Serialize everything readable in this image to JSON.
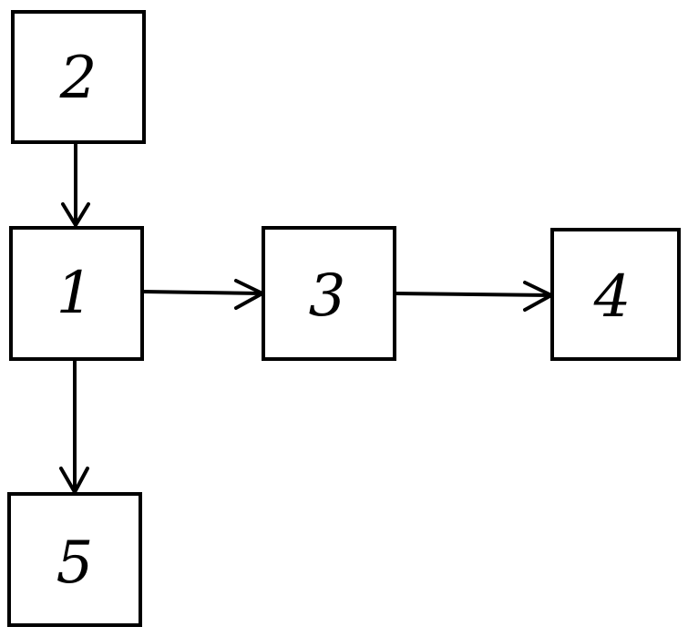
{
  "nodes": [
    {
      "id": "n2",
      "label": "2"
    },
    {
      "id": "n1",
      "label": "1"
    },
    {
      "id": "n3",
      "label": "3"
    },
    {
      "id": "n4",
      "label": "4"
    },
    {
      "id": "n5",
      "label": "5"
    }
  ],
  "edges": [
    {
      "from": "2",
      "to": "1"
    },
    {
      "from": "1",
      "to": "3"
    },
    {
      "from": "3",
      "to": "4"
    },
    {
      "from": "1",
      "to": "5"
    }
  ],
  "colors": {
    "stroke": "#000000",
    "background": "#ffffff"
  }
}
